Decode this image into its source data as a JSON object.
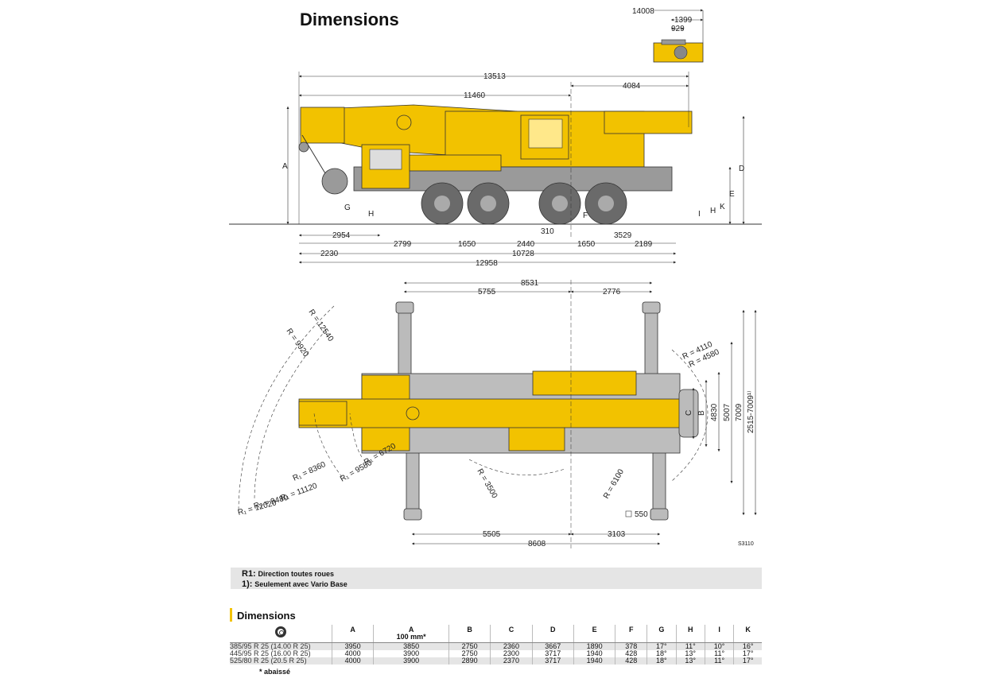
{
  "title": "Dimensions",
  "figure_code": "S3110",
  "top_dims": [
    "14008",
    "1399",
    "929"
  ],
  "side_dims": {
    "overall": [
      "13513",
      "11460",
      "4084"
    ],
    "bottom_row1": [
      "2954",
      "2799",
      "1650",
      "2440",
      "310",
      "1650",
      "3529",
      "2189"
    ],
    "bottom_row2": [
      "2230",
      "10728",
      "12958"
    ],
    "letters": [
      "A",
      "D",
      "E",
      "G",
      "H",
      "F",
      "I",
      "H",
      "K"
    ]
  },
  "plan_dims": {
    "top": [
      "8531",
      "5755",
      "2776"
    ],
    "bottom": [
      "5505",
      "3103",
      "8608"
    ],
    "radii": [
      "R = 12540",
      "R = 9920",
      "R = 4110",
      "R = 4580",
      "R = 3500",
      "R = 6100",
      "R₁ = 6720",
      "R₁ = 9580",
      "R₁ = 8360",
      "R₁ = 11120",
      "R₁ = 9480",
      "R₁ = 12020"
    ],
    "right": [
      "C",
      "B",
      "4830",
      "5007",
      "7009",
      "2515-7009¹⁾"
    ],
    "pad": "550"
  },
  "notes": {
    "r1_label": "R1:",
    "r1_text": "Direction toutes roues",
    "one_label": "1):",
    "one_text": "Seulement avec Vario Base"
  },
  "table": {
    "section_title": "Dimensions",
    "headers": [
      "A",
      "A",
      "B",
      "C",
      "D",
      "E",
      "F",
      "G",
      "H",
      "I",
      "K"
    ],
    "a_sub": "100 mm*",
    "rows": [
      [
        "385/95 R 25 (14.00 R 25)",
        "3950",
        "3850",
        "2750",
        "2360",
        "3667",
        "1890",
        "378",
        "17°",
        "11°",
        "10°",
        "16°"
      ],
      [
        "445/95 R 25 (16.00 R 25)",
        "4000",
        "3900",
        "2750",
        "2300",
        "3717",
        "1940",
        "428",
        "18°",
        "13°",
        "11°",
        "17°"
      ],
      [
        "525/80 R 25 (20.5   R 25)",
        "4000",
        "3900",
        "2890",
        "2370",
        "3717",
        "1940",
        "428",
        "18°",
        "13°",
        "11°",
        "17°"
      ]
    ],
    "footnote": "* abaissé"
  },
  "colors": {
    "crane_yellow": "#f2c200",
    "body_gray": "#9a9a9a",
    "band": "#e5e5e5"
  }
}
